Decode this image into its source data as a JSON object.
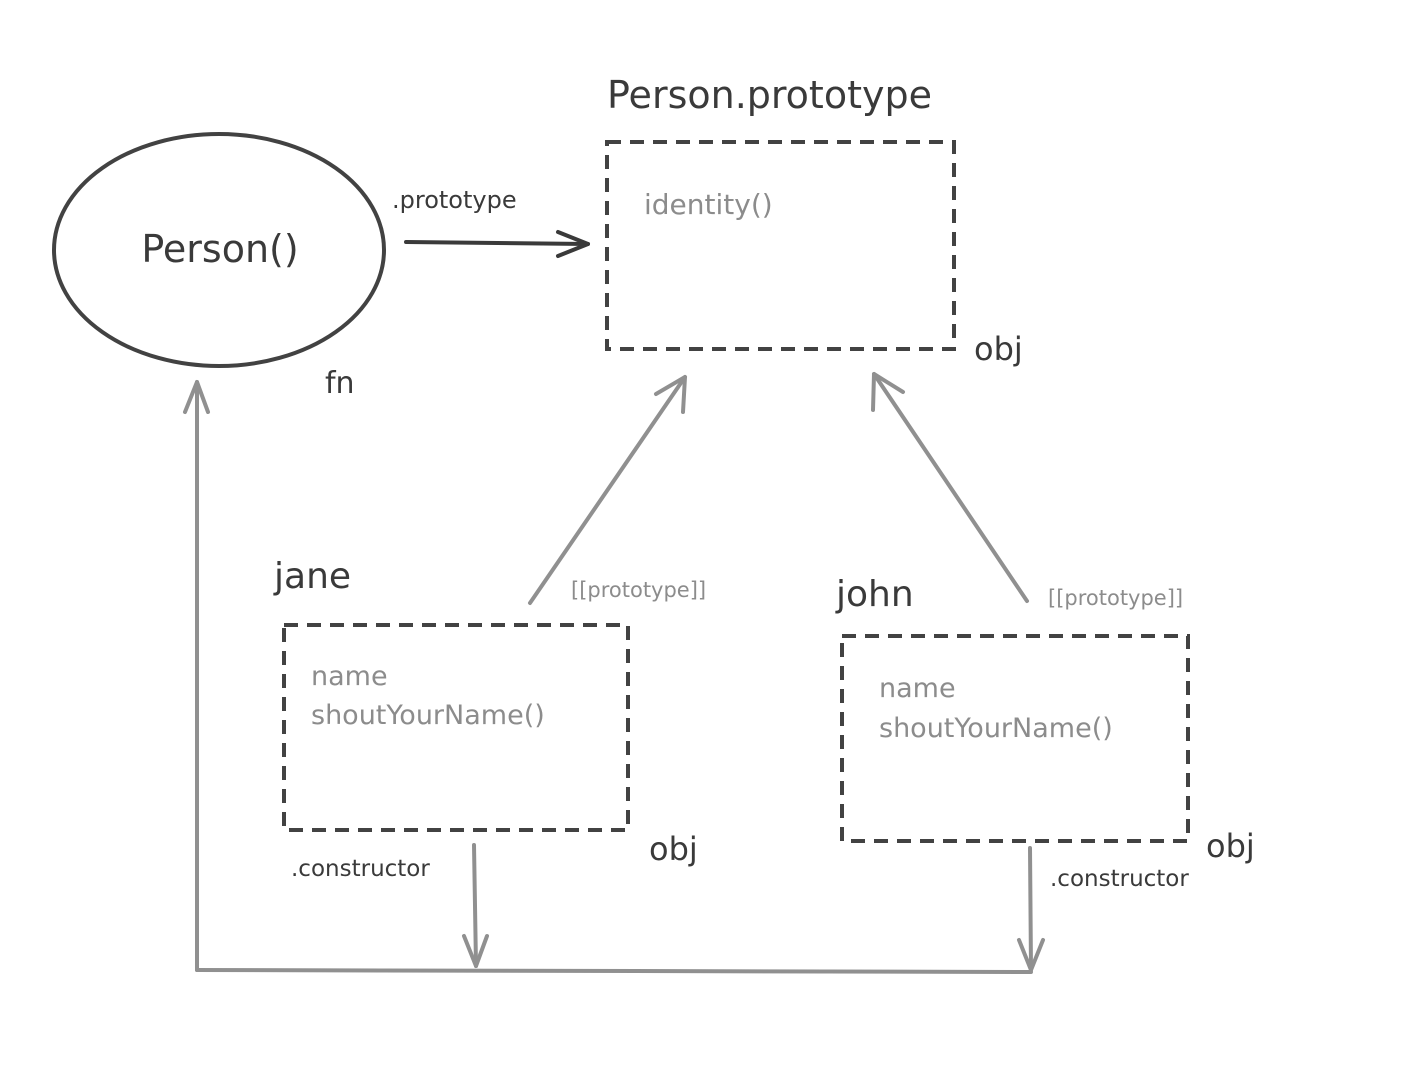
{
  "colors": {
    "dark_stroke": "#424242",
    "gray_stroke": "#909090",
    "dark_text": "#3a3a3a",
    "light_text": "#8c8c8c",
    "background": "#ffffff"
  },
  "function_node": {
    "label": "Person()",
    "type_tag": "fn"
  },
  "prototype_node": {
    "title": "Person.prototype",
    "member": "identity()",
    "type_tag": "obj"
  },
  "instances": [
    {
      "title": "jane",
      "members": [
        "name",
        "shoutYourName()"
      ],
      "type_tag": "obj",
      "proto_link_label": "[[prototype]]",
      "constructor_label": ".constructor"
    },
    {
      "title": "john",
      "members": [
        "name",
        "shoutYourName()"
      ],
      "type_tag": "obj",
      "proto_link_label": "[[prototype]]",
      "constructor_label": ".constructor"
    }
  ],
  "edges": {
    "prototype_label": ".prototype"
  }
}
